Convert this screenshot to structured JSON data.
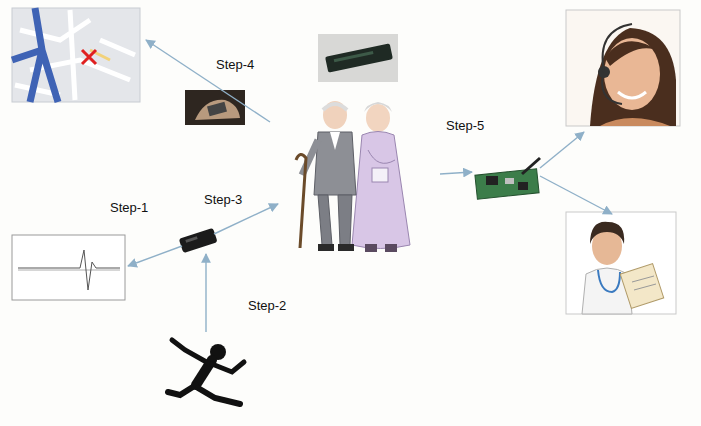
{
  "diagram": {
    "labels": [
      "Step-1",
      "Step-2",
      "Step-3",
      "Step-4",
      "Step-5"
    ]
  }
}
